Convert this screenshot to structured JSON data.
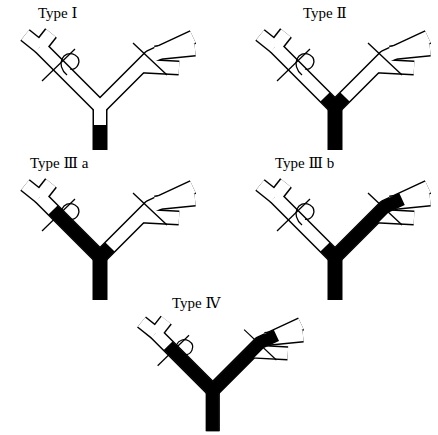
{
  "diagram": {
    "labels": [
      "Type Ⅰ",
      "Type Ⅱ",
      "Type Ⅲ a",
      "Type Ⅲ b",
      "Type Ⅳ"
    ]
  }
}
